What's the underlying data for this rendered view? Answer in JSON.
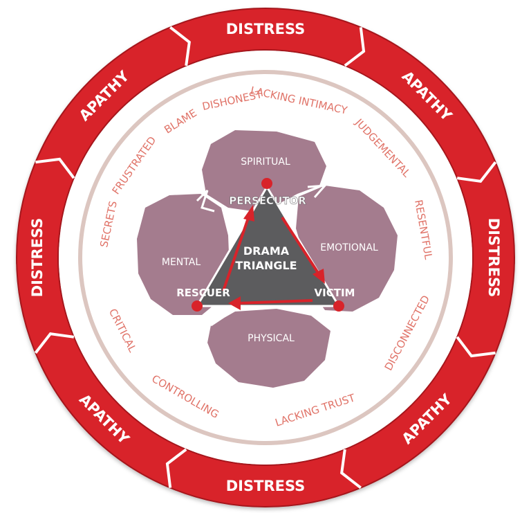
{
  "outer_ring": {
    "labels": [
      "DISTRESS",
      "APATHY",
      "DISTRESS",
      "APATHY",
      "DISTRESS",
      "APATHY",
      "DISTRESS",
      "APATHY"
    ]
  },
  "behaviours": [
    "LACKING INTIMACY",
    "JUDGEMENTAL",
    "RESENTFUL",
    "DISCONNECTED",
    "LACKING TRUST",
    "CONTROLLING",
    "CRITICAL",
    "SECRETS",
    "FRUSTRATED",
    "BLAME",
    "DISHONEST"
  ],
  "domains": {
    "spiritual": "SPIRITUAL",
    "emotional": "EMOTIONAL",
    "physical": "PHYSICAL",
    "mental": "MENTAL"
  },
  "triangle": {
    "title_line1": "DRAMA",
    "title_line2": "TRIANGLE",
    "persecutor": "PERSECUTOR",
    "victim": "VICTIM",
    "rescuer": "RESCUER"
  },
  "colors": {
    "ring_red": "#d8232a",
    "ring_dark": "#a5151b",
    "behaviour_text": "#e07368",
    "inner_ring": "#dcc6c0",
    "rock": "#a47c8e",
    "triangle": "#5c5c5e",
    "node": "#d8232a"
  }
}
